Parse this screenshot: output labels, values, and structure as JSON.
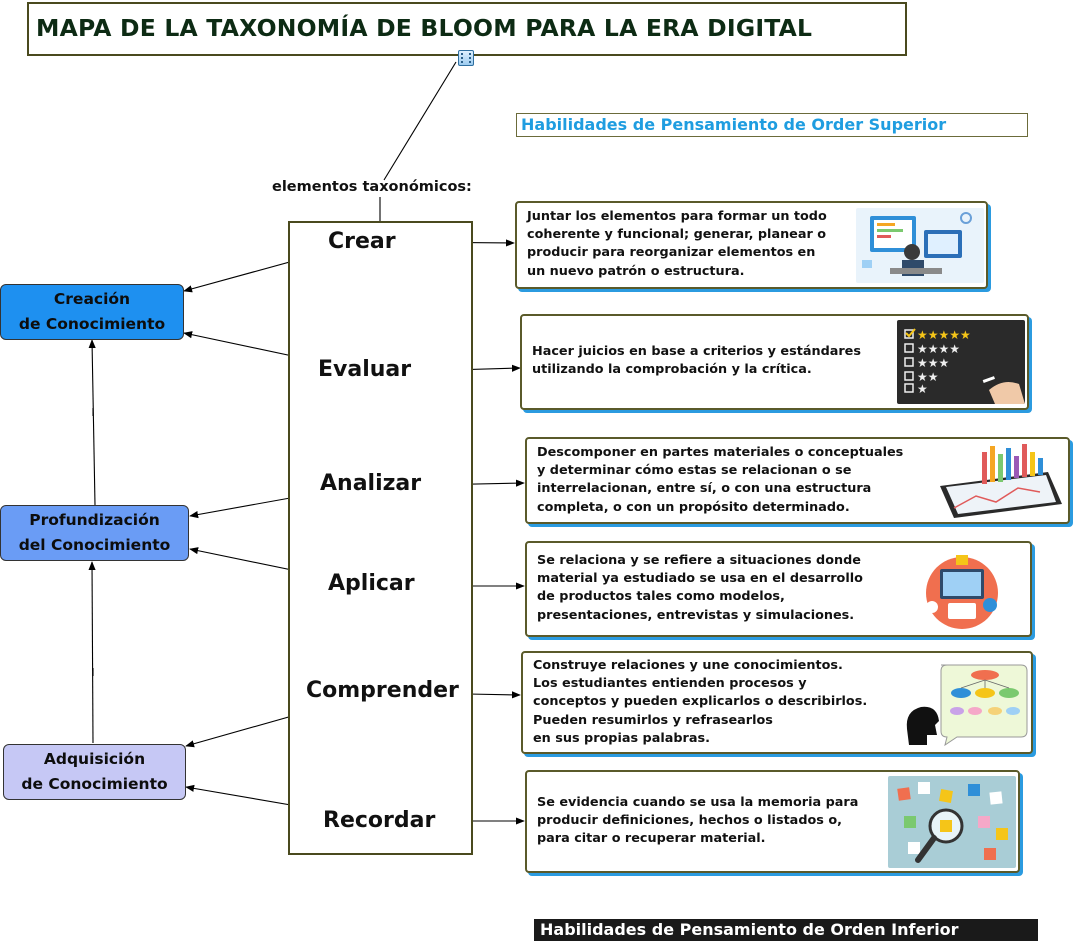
{
  "title": "MAPA DE LA TAXONOMÍA DE BLOOM PARA LA ERA DIGITAL",
  "higher_order_label": "Habilidades de Pensamiento de Order Superior",
  "lower_order_label": "Habilidades de Pensamiento de Orden Inferior",
  "elements_label": "elementos taxonómicos:",
  "stages": {
    "creation": {
      "line1": "Creación",
      "line2": "de Conocimiento",
      "color": "#1e90f0"
    },
    "deepening": {
      "line1": "Profundización",
      "line2": "del Conocimiento",
      "color": "#6a9cf5"
    },
    "acquisition": {
      "line1": "Adquisición",
      "line2": "de Conocimiento",
      "color": "#c6c8f5"
    }
  },
  "levels": [
    "Crear",
    "Evaluar",
    "Analizar",
    "Aplicar",
    "Comprender",
    "Recordar"
  ],
  "descriptions": [
    "Juntar los elementos para formar un todo\ncoherente y funcional; generar, planear o\nproducir para reorganizar elementos en\nun nuevo patrón o estructura.",
    "Hacer juicios en base a criterios y estándares\nutilizando la comprobación y la crítica.",
    "Descomponer en partes materiales o conceptuales\ny determinar cómo estas se relacionan o se\ninterrelacionan, entre sí, o con una estructura\ncompleta, o con un propósito determinado.",
    "Se relaciona y se refiere a situaciones donde\nmaterial ya estudiado se usa en el desarrollo\nde productos tales como modelos,\npresentaciones, entrevistas y simulaciones.",
    "Construye relaciones y une conocimientos.\nLos estudiantes entienden procesos y\nconceptos y pueden explicarlos o describirlos.\nPueden resumirlos y refrasearlos\nen sus propias palabras.",
    "Se evidencia cuando se usa la memoria para\nproducir definiciones, hechos o listados o,\npara citar o recuperar material."
  ],
  "illustrations": [
    "developer-workstation",
    "star-rating-checklist",
    "tablet-bar-chart",
    "apply-tech-icons",
    "concept-thought-map",
    "memory-notes-magnifier"
  ],
  "colors": {
    "accent_blue": "#2b9be0",
    "frame": "#4a4a1e",
    "title_text": "#0d2b14",
    "higher_label": "#1f9de0"
  }
}
